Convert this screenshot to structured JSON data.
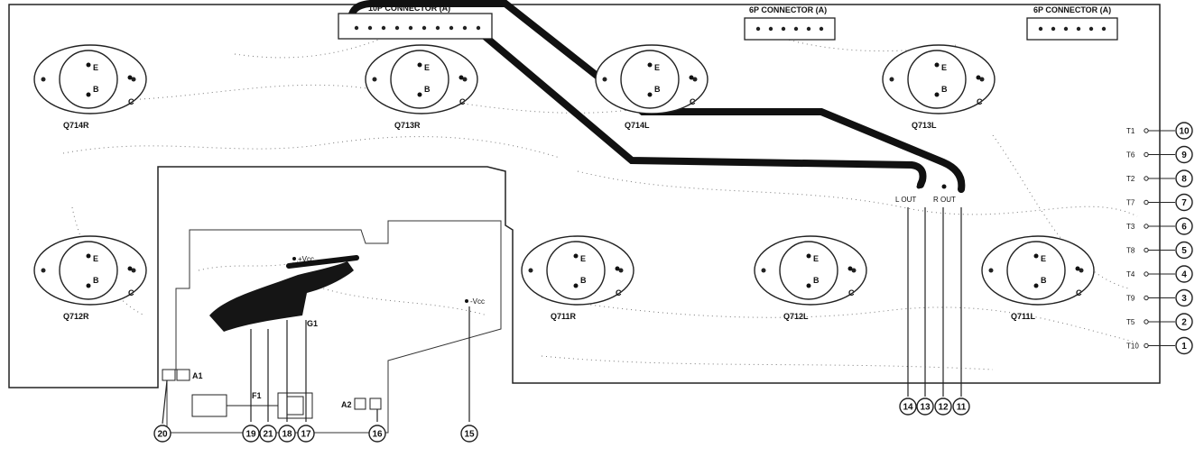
{
  "connectors": [
    {
      "id": "c1",
      "label": "10P CONNECTOR (A)"
    },
    {
      "id": "c2",
      "label": "6P CONNECTOR (A)"
    },
    {
      "id": "c3",
      "label": "6P CONNECTOR (A)"
    }
  ],
  "transistors": [
    {
      "id": "q714r",
      "label": "Q714R",
      "e": "E",
      "b": "B",
      "c": "C"
    },
    {
      "id": "q713r",
      "label": "Q713R",
      "e": "E",
      "b": "B",
      "c": "C"
    },
    {
      "id": "q714l",
      "label": "Q714L",
      "e": "E",
      "b": "B",
      "c": "C"
    },
    {
      "id": "q713l",
      "label": "Q713L",
      "e": "E",
      "b": "B",
      "c": "C"
    },
    {
      "id": "q712r",
      "label": "Q712R",
      "e": "E",
      "b": "B",
      "c": "C"
    },
    {
      "id": "q711r",
      "label": "Q711R",
      "e": "E",
      "b": "B",
      "c": "C"
    },
    {
      "id": "q712l",
      "label": "Q712L",
      "e": "E",
      "b": "B",
      "c": "C"
    },
    {
      "id": "q711l",
      "label": "Q711L",
      "e": "E",
      "b": "B",
      "c": "C"
    }
  ],
  "terminals": [
    {
      "label": "T1",
      "num": "10"
    },
    {
      "label": "T6",
      "num": "9"
    },
    {
      "label": "T2",
      "num": "8"
    },
    {
      "label": "T7",
      "num": "7"
    },
    {
      "label": "T3",
      "num": "6"
    },
    {
      "label": "T8",
      "num": "5"
    },
    {
      "label": "T4",
      "num": "4"
    },
    {
      "label": "T9",
      "num": "3"
    },
    {
      "label": "T5",
      "num": "2"
    },
    {
      "label": "T10",
      "num": "1"
    }
  ],
  "outputs": {
    "l_out": "L OUT",
    "r_out": "R OUT"
  },
  "bottom_callouts": [
    "14",
    "13",
    "12",
    "11",
    "20",
    "19",
    "21",
    "18",
    "17",
    "16",
    "15"
  ],
  "parts": {
    "vcc_pos": "+Vcc",
    "vcc_neg": "-Vcc",
    "g1": "G1",
    "f1": "F1",
    "a1": "A1",
    "a2": "A2"
  }
}
